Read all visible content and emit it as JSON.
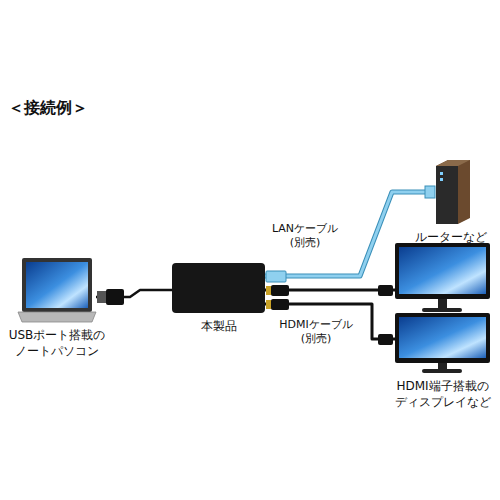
{
  "diagram": {
    "title": "＜接続例＞",
    "nodes": [
      {
        "text": [
          "USBポート搭載の ノートパソコン"
        ]
      },
      {
        "text": [
          "本製品"
        ]
      },
      {
        "text": [
          "ルーターなど"
        ]
      },
      {
        "text": [
          "HDMI端子搭載の ディスプレイなど"
        ]
      }
    ],
    "edges": [
      {
        "from": 0,
        "to": 1,
        "arrow": "none"
      },
      {
        "from": 1,
        "to": 2,
        "label": "LANケーブル (別売)",
        "arrow": "none"
      },
      {
        "from": 1,
        "to": 3,
        "label": "HDMIケーブル (別売)",
        "arrow": "none"
      },
      {
        "from": 1,
        "to": 3,
        "arrow": "none"
      }
    ]
  }
}
